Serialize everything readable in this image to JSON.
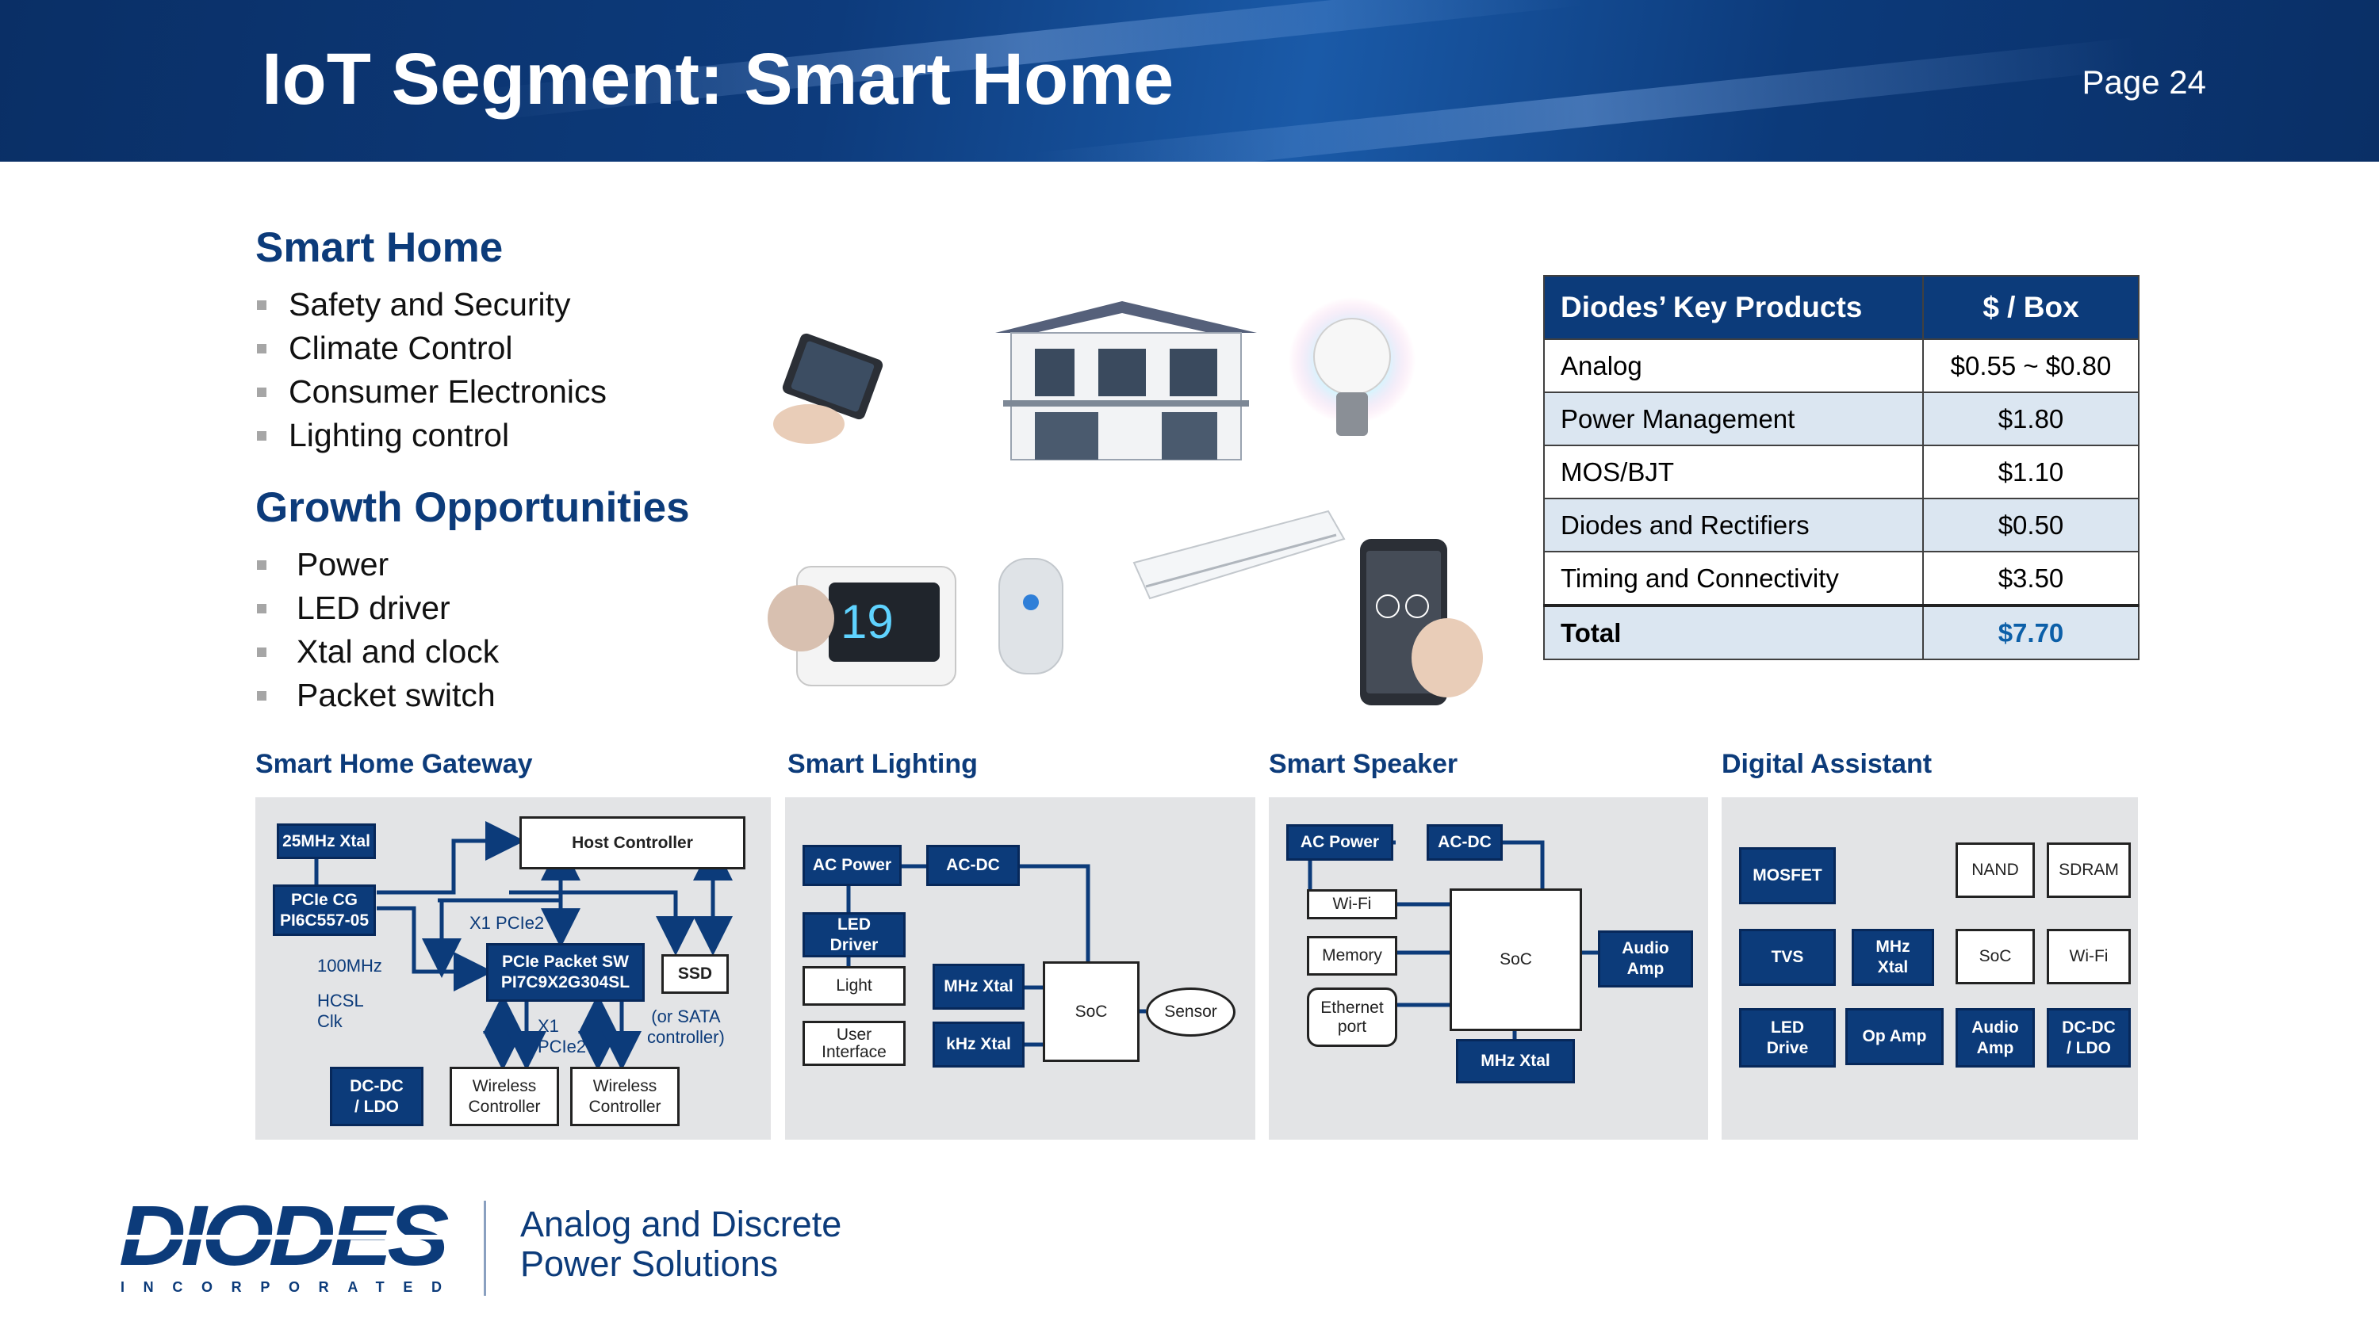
{
  "header": {
    "title": "IoT Segment: Smart Home",
    "page": "Page 24"
  },
  "smart_home": {
    "heading": "Smart Home",
    "items": [
      "Safety and Security",
      "Climate Control",
      "Consumer Electronics",
      "Lighting control"
    ]
  },
  "growth": {
    "heading": "Growth Opportunities",
    "items": [
      "Power",
      "LED driver",
      "Xtal and clock",
      "Packet switch"
    ]
  },
  "table": {
    "headers": [
      "Diodes’ Key Products",
      "$ / Box"
    ],
    "rows": [
      [
        "Analog",
        "$0.55 ~ $0.80"
      ],
      [
        "Power Management",
        "$1.80"
      ],
      [
        "MOS/BJT",
        "$1.10"
      ],
      [
        "Diodes and Rectifiers",
        "$0.50"
      ],
      [
        "Timing and Connectivity",
        "$3.50"
      ]
    ],
    "total": [
      "Total",
      "$7.70"
    ]
  },
  "gateway": {
    "title": "Smart Home Gateway",
    "xtal": "25MHz Xtal",
    "pcie_cg": "PCIe CG\nPI6C557-05",
    "host": "Host  Controller",
    "x1_pcie2": "X1 PCIe2",
    "packet_sw": "PCIe Packet SW\nPI7C9X2G304SL",
    "ssd": "SSD",
    "mhz": "100MHz",
    "hcsl": "HCSL\nClk",
    "x1_pcie2_b": "X1\nPCIe2",
    "sata": "(or SATA\ncontroller)",
    "dcdc": "DC-DC\n/ LDO",
    "wireless1": "Wireless\nController",
    "wireless2": "Wireless\nController"
  },
  "lighting": {
    "title": "Smart Lighting",
    "ac_power": "AC Power",
    "ac_dc": "AC-DC",
    "led_driver": "LED\nDriver",
    "light": "Light",
    "user_interface": "User\nInterface",
    "mhz_xtal": "MHz Xtal",
    "khz_xtal": "kHz Xtal",
    "soc": "SoC",
    "sensor": "Sensor"
  },
  "speaker": {
    "title": "Smart Speaker",
    "ac_power": "AC Power",
    "ac_dc": "AC-DC",
    "wifi": "Wi-Fi",
    "memory": "Memory",
    "ethernet": "Ethernet\nport",
    "soc": "SoC",
    "audio_amp": "Audio\nAmp",
    "mhz_xtal": "MHz Xtal"
  },
  "assistant": {
    "title": "Digital Assistant",
    "mosfet": "MOSFET",
    "nand": "NAND",
    "sdram": "SDRAM",
    "tvs": "TVS",
    "mhz_xtal": "MHz\nXtal",
    "soc": "SoC",
    "wifi": "Wi-Fi",
    "led_drive": "LED\nDrive",
    "op_amp": "Op Amp",
    "audio_amp": "Audio\nAmp",
    "dcdc": "DC-DC\n/ LDO"
  },
  "footer": {
    "logo_text": "DIODES",
    "logo_sub": "INCORPORATED",
    "tagline_1": "Analog and Discrete",
    "tagline_2": "Power Solutions"
  },
  "colors": {
    "brand": "#0c3b7a",
    "panel": "#e3e4e6",
    "table_alt": "#dbe6f1"
  }
}
